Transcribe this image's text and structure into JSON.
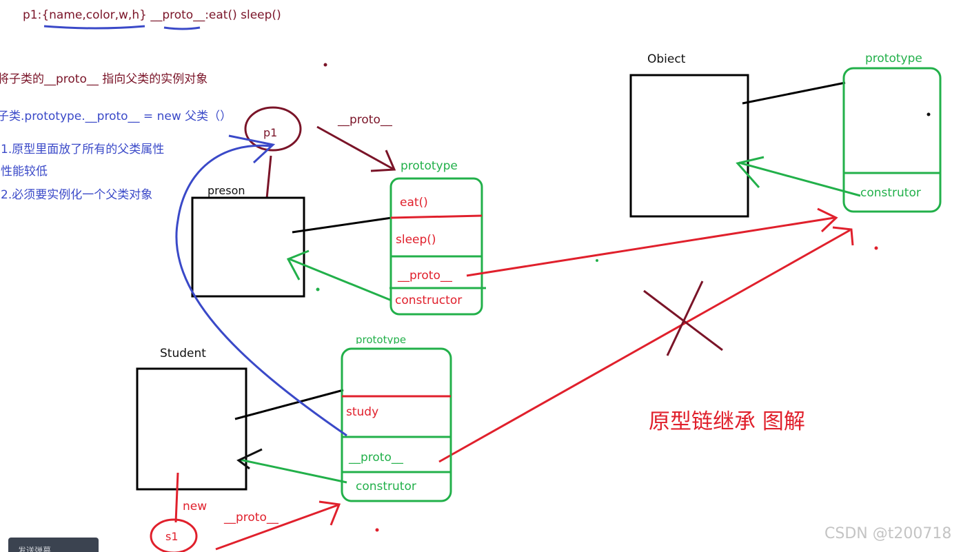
{
  "notes": {
    "p1_line": "p1:{name,color,w,h}  __proto__:eat() sleep()",
    "line1": "将子类的__proto__ 指向父类的实例对象",
    "line2": "子类.prototype.__proto__ = new 父类（）",
    "line3": "1.原型里面放了所有的父类属性",
    "line4": "性能较低",
    "line5": "2.必须要实例化一个父类对象"
  },
  "labels": {
    "p1": "p1",
    "proto_top": "__proto__",
    "preson": "preson",
    "object": "Obiect",
    "student": "Student",
    "new": "new",
    "s1": "s1",
    "proto_bottom": "__proto__",
    "title": "原型链继承 图解",
    "watermark": "CSDN @t200718",
    "taskbar": "发送弹幕"
  },
  "preson_proto": {
    "title": "prototype",
    "items": [
      "eat()",
      "sleep()",
      "__proto__",
      "constructor"
    ]
  },
  "student_proto": {
    "title": "prototype",
    "items": [
      "study",
      "__proto__",
      "construtor"
    ]
  },
  "object_proto": {
    "title": "prototype",
    "items": [
      "construtor"
    ]
  },
  "colors": {
    "dark_red": "#7a1428",
    "blue": "#3a49c8",
    "green": "#22b04a",
    "red": "#e0202c",
    "black": "#111111"
  }
}
